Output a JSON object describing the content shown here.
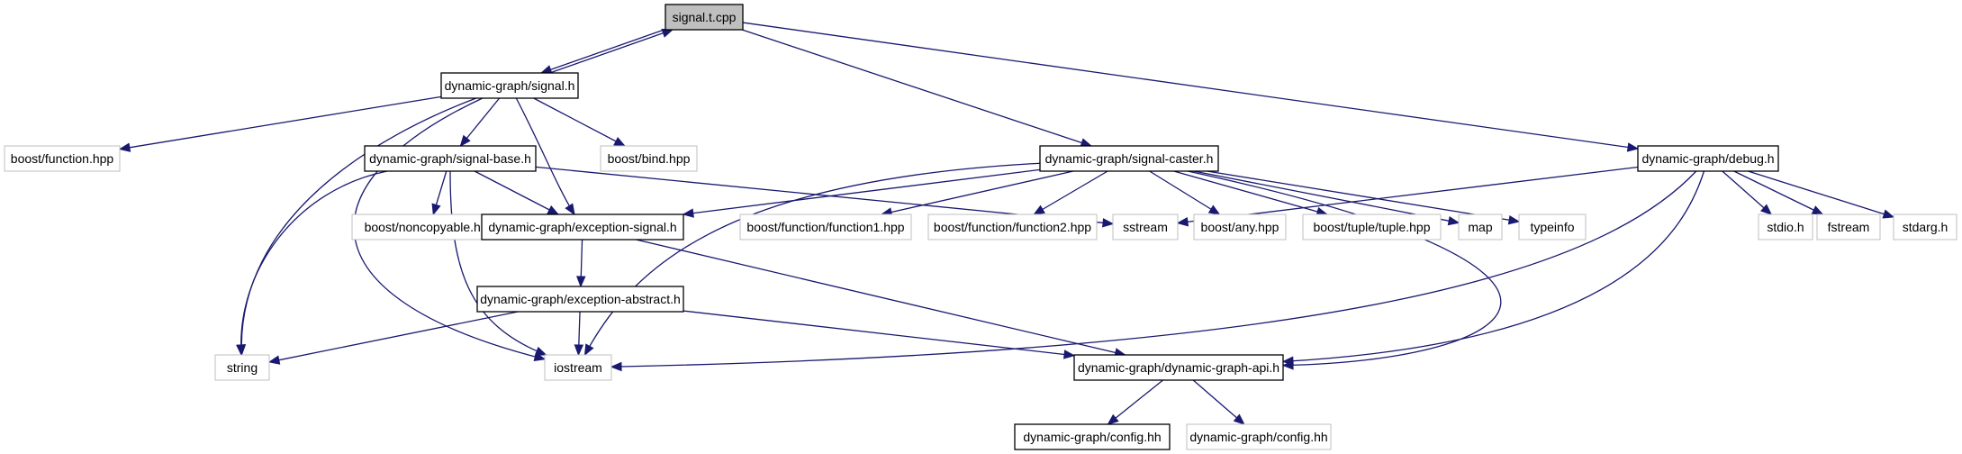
{
  "diagram": {
    "nodes": [
      {
        "id": "signal_t_cpp",
        "label": "signal.t.cpp",
        "style": "root"
      },
      {
        "id": "signal_h",
        "label": "dynamic-graph/signal.h",
        "style": "local"
      },
      {
        "id": "boost_function",
        "label": "boost/function.hpp",
        "style": "external"
      },
      {
        "id": "boost_bind",
        "label": "boost/bind.hpp",
        "style": "external"
      },
      {
        "id": "signal_base_h",
        "label": "dynamic-graph/signal-base.h",
        "style": "local"
      },
      {
        "id": "boost_noncopyable",
        "label": "boost/noncopyable.hpp",
        "style": "external"
      },
      {
        "id": "exception_signal_h",
        "label": "dynamic-graph/exception-signal.h",
        "style": "local"
      },
      {
        "id": "exception_abstract_h",
        "label": "dynamic-graph/exception-abstract.h",
        "style": "local"
      },
      {
        "id": "string",
        "label": "string",
        "style": "external"
      },
      {
        "id": "iostream",
        "label": "iostream",
        "style": "external"
      },
      {
        "id": "api_h",
        "label": "dynamic-graph/dynamic-graph-api.h",
        "style": "local"
      },
      {
        "id": "config_local",
        "label": "dynamic-graph/config.hh",
        "style": "local"
      },
      {
        "id": "config_ext",
        "label": "dynamic-graph/config.hh",
        "style": "external"
      },
      {
        "id": "signal_caster_h",
        "label": "dynamic-graph/signal-caster.h",
        "style": "local"
      },
      {
        "id": "function1",
        "label": "boost/function/function1.hpp",
        "style": "external"
      },
      {
        "id": "function2",
        "label": "boost/function/function2.hpp",
        "style": "external"
      },
      {
        "id": "sstream",
        "label": "sstream",
        "style": "external"
      },
      {
        "id": "boost_any",
        "label": "boost/any.hpp",
        "style": "external"
      },
      {
        "id": "boost_tuple",
        "label": "boost/tuple/tuple.hpp",
        "style": "external"
      },
      {
        "id": "map",
        "label": "map",
        "style": "external"
      },
      {
        "id": "typeinfo",
        "label": "typeinfo",
        "style": "external"
      },
      {
        "id": "debug_h",
        "label": "dynamic-graph/debug.h",
        "style": "local"
      },
      {
        "id": "stdio",
        "label": "stdio.h",
        "style": "external"
      },
      {
        "id": "fstream",
        "label": "fstream",
        "style": "external"
      },
      {
        "id": "stdarg",
        "label": "stdarg.h",
        "style": "external"
      }
    ],
    "edges": [
      {
        "from": "signal_t_cpp",
        "to": "signal_h"
      },
      {
        "from": "signal_h",
        "to": "signal_t_cpp"
      },
      {
        "from": "signal_t_cpp",
        "to": "signal_caster_h"
      },
      {
        "from": "signal_t_cpp",
        "to": "debug_h"
      },
      {
        "from": "signal_h",
        "to": "boost_function"
      },
      {
        "from": "signal_h",
        "to": "boost_bind"
      },
      {
        "from": "signal_h",
        "to": "signal_base_h"
      },
      {
        "from": "signal_h",
        "to": "exception_signal_h"
      },
      {
        "from": "signal_h",
        "to": "string"
      },
      {
        "from": "signal_h",
        "to": "iostream"
      },
      {
        "from": "signal_base_h",
        "to": "boost_noncopyable"
      },
      {
        "from": "signal_base_h",
        "to": "exception_signal_h"
      },
      {
        "from": "signal_base_h",
        "to": "string"
      },
      {
        "from": "signal_base_h",
        "to": "iostream"
      },
      {
        "from": "signal_base_h",
        "to": "sstream"
      },
      {
        "from": "exception_signal_h",
        "to": "exception_abstract_h"
      },
      {
        "from": "exception_signal_h",
        "to": "api_h"
      },
      {
        "from": "exception_abstract_h",
        "to": "string"
      },
      {
        "from": "exception_abstract_h",
        "to": "iostream"
      },
      {
        "from": "exception_abstract_h",
        "to": "api_h"
      },
      {
        "from": "api_h",
        "to": "config_local"
      },
      {
        "from": "api_h",
        "to": "config_ext"
      },
      {
        "from": "signal_caster_h",
        "to": "exception_signal_h"
      },
      {
        "from": "signal_caster_h",
        "to": "function1"
      },
      {
        "from": "signal_caster_h",
        "to": "function2"
      },
      {
        "from": "signal_caster_h",
        "to": "boost_any"
      },
      {
        "from": "signal_caster_h",
        "to": "boost_tuple"
      },
      {
        "from": "signal_caster_h",
        "to": "map"
      },
      {
        "from": "signal_caster_h",
        "to": "typeinfo"
      },
      {
        "from": "signal_caster_h",
        "to": "iostream"
      },
      {
        "from": "signal_caster_h",
        "to": "api_h"
      },
      {
        "from": "debug_h",
        "to": "sstream"
      },
      {
        "from": "debug_h",
        "to": "iostream"
      },
      {
        "from": "debug_h",
        "to": "api_h"
      },
      {
        "from": "debug_h",
        "to": "stdio"
      },
      {
        "from": "debug_h",
        "to": "fstream"
      },
      {
        "from": "debug_h",
        "to": "stdarg"
      }
    ],
    "colors": {
      "edge": "#191970",
      "root_fill": "#bfbfbf",
      "local_border": "#000000",
      "external_border": "#bfbfbf",
      "text": "#000000"
    }
  }
}
